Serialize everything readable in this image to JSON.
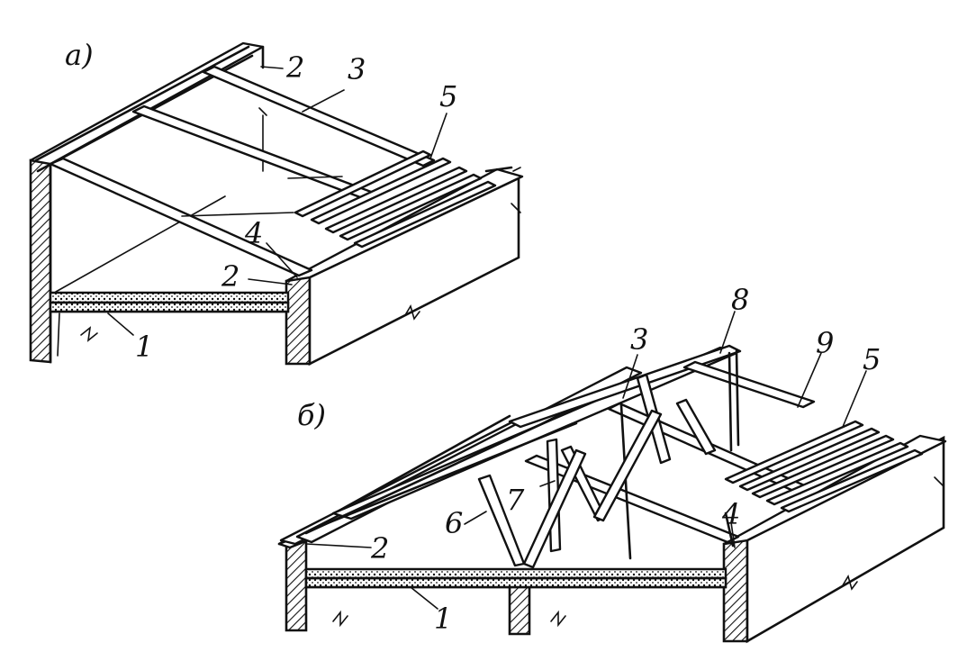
{
  "variant_labels": [
    "а)",
    "б)"
  ],
  "labels_a": {
    "n2_top": "2",
    "n3": "3",
    "n5": "5",
    "n4": "4",
    "n2_bottom": "2",
    "n1": "1"
  },
  "labels_b": {
    "n3": "3",
    "n8": "8",
    "n9": "9",
    "n5": "5",
    "n7": "7",
    "n6": "6",
    "n4": "4",
    "n2": "2",
    "n1": "1"
  }
}
